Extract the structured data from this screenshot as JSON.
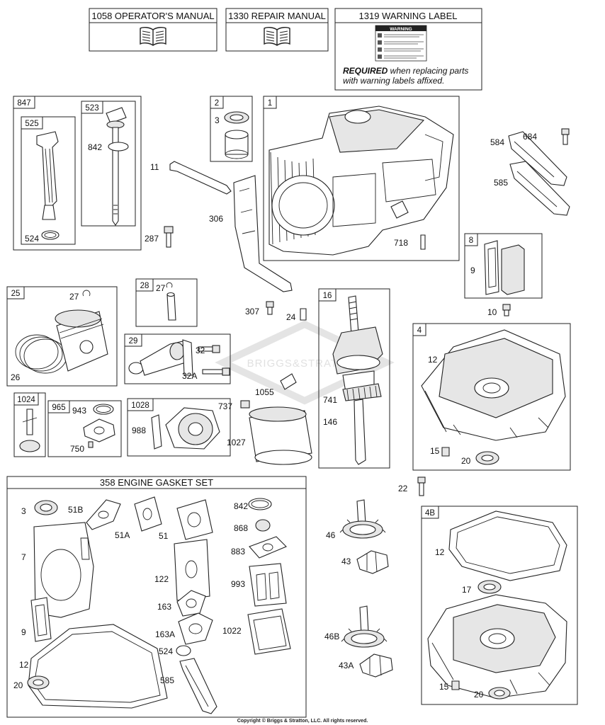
{
  "manuals": {
    "operators": "1058 OPERATOR'S MANUAL",
    "repair": "1330 REPAIR MANUAL",
    "warning": "1319 WARNING LABEL",
    "warning_sticker_title": "WARNING",
    "required_bold": "REQUIRED",
    "required_rest": " when replacing parts",
    "required_line2": "with warning labels affixed."
  },
  "watermark": "BRIGGS&STRATTON",
  "copyright": "Copyright © Briggs & Stratton, LLC. All rights reserved.",
  "gasket_set_title": "358 ENGINE GASKET SET",
  "box_numbers": {
    "b847": "847",
    "b525": "525",
    "b523": "523",
    "b2": "2",
    "b1": "1",
    "b8": "8",
    "b25": "25",
    "b28": "28",
    "b29": "29",
    "b16": "16",
    "b4": "4",
    "b1024": "1024",
    "b965": "965",
    "b1028": "1028",
    "b4B": "4B"
  },
  "labels": {
    "l842a": "842",
    "l524a": "524",
    "l3a": "3",
    "l11": "11",
    "l306": "306",
    "l287": "287",
    "l718": "718",
    "l584": "584",
    "l684": "684",
    "l585a": "585",
    "l9a": "9",
    "l10": "10",
    "l27a": "27",
    "l26": "26",
    "l27b": "27",
    "l307": "307",
    "l24": "24",
    "l32": "32",
    "l32A": "32A",
    "l12a": "12",
    "l15a": "15",
    "l20a": "20",
    "l943": "943",
    "l750": "750",
    "l988": "988",
    "l737": "737",
    "l1055": "1055",
    "l1027": "1027",
    "l741": "741",
    "l146": "146",
    "l22": "22",
    "l3b": "3",
    "l51B": "51B",
    "l51A": "51A",
    "l51": "51",
    "l842b": "842",
    "l868": "868",
    "l883": "883",
    "l7": "7",
    "l122": "122",
    "l993": "993",
    "l163": "163",
    "l163A": "163A",
    "l1022": "1022",
    "l9b": "9",
    "l524b": "524",
    "l12b": "12",
    "l20b": "20",
    "l585b": "585",
    "l46": "46",
    "l43": "43",
    "l46B": "46B",
    "l43A": "43A",
    "l12c": "12",
    "l17": "17",
    "l15b": "15",
    "l20c": "20"
  }
}
